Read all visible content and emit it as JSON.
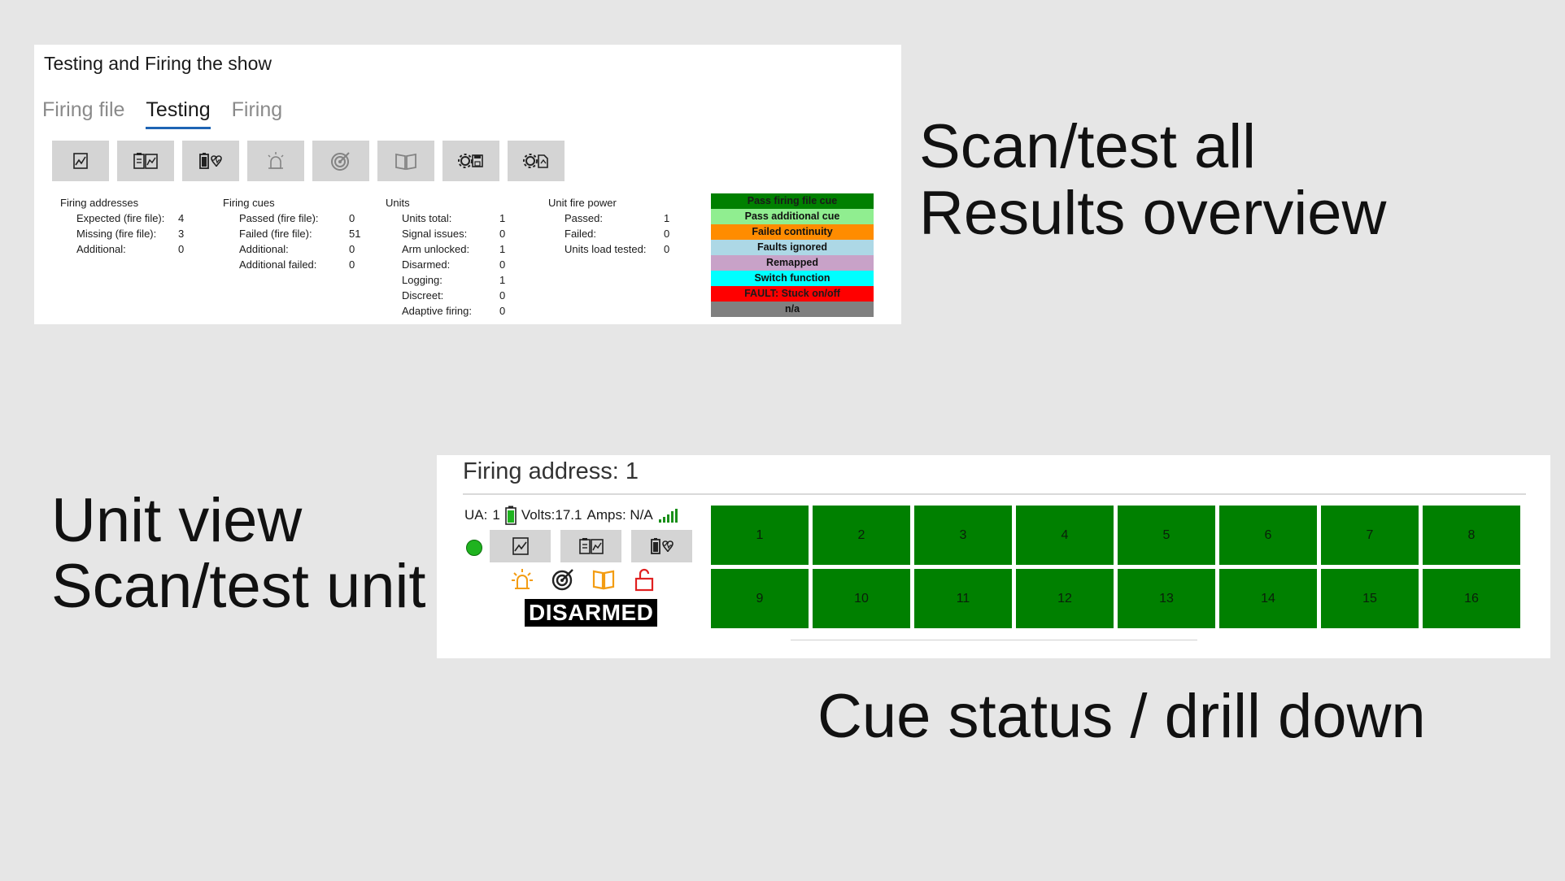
{
  "window_title": "Testing and Firing the show",
  "tabs": [
    {
      "label": "Firing file"
    },
    {
      "label": "Testing"
    },
    {
      "label": "Firing"
    }
  ],
  "toolbar_icons": [
    "chart-icon",
    "clipboard-chart-icon",
    "battery-heart-icon",
    "alarm-light-icon",
    "target-icon",
    "book-icon",
    "gear-save-icon",
    "gear-export-icon"
  ],
  "stats": {
    "firing_addresses": {
      "title": "Firing addresses",
      "rows": [
        {
          "label": "Expected (fire file):",
          "value": "4"
        },
        {
          "label": "Missing (fire file):",
          "value": "3"
        },
        {
          "label": "Additional:",
          "value": "0"
        }
      ]
    },
    "firing_cues": {
      "title": "Firing cues",
      "rows": [
        {
          "label": "Passed (fire file):",
          "value": "0"
        },
        {
          "label": "Failed (fire file):",
          "value": "51"
        },
        {
          "label": "Additional:",
          "value": "0"
        },
        {
          "label": "Additional failed:",
          "value": "0"
        }
      ]
    },
    "units": {
      "title": "Units",
      "rows": [
        {
          "label": "Units total:",
          "value": "1"
        },
        {
          "label": "Signal issues:",
          "value": "0"
        },
        {
          "label": "Arm unlocked:",
          "value": "1"
        },
        {
          "label": "Disarmed:",
          "value": "0"
        },
        {
          "label": "Logging:",
          "value": "1"
        },
        {
          "label": "Discreet:",
          "value": "0"
        },
        {
          "label": "Adaptive firing:",
          "value": "0"
        }
      ]
    },
    "unit_fire_power": {
      "title": "Unit fire power",
      "rows": [
        {
          "label": "Passed:",
          "value": "1"
        },
        {
          "label": "Failed:",
          "value": "0"
        },
        {
          "label": "Units load tested:",
          "value": "0"
        }
      ]
    }
  },
  "legend": [
    {
      "label": "Pass firing file cue",
      "color": "#008000"
    },
    {
      "label": "Pass additional cue",
      "color": "#90ee90"
    },
    {
      "label": "Failed continuity",
      "color": "#ff8c00"
    },
    {
      "label": "Faults ignored",
      "color": "#add8e6"
    },
    {
      "label": "Remapped",
      "color": "#c8a2c8"
    },
    {
      "label": "Switch function",
      "color": "#00ffff"
    },
    {
      "label": "FAULT: Stuck on/off",
      "color": "#ff0000"
    },
    {
      "label": "n/a",
      "color": "#808080"
    }
  ],
  "captions": {
    "top_right_line1": "Scan/test all",
    "top_right_line2": "Results overview",
    "left_line1": "Unit view",
    "left_line2": "Scan/test unit",
    "bottom": "Cue status / drill down"
  },
  "unit": {
    "title": "Firing address: 1",
    "ua_label": "UA:",
    "ua_value": "1",
    "volts": "Volts:17.1",
    "amps": "Amps: N/A",
    "status_text": "DISARMED",
    "colors": {
      "dot": "#1fb31f",
      "cue": "#008000",
      "battery": "#1fb31f",
      "signal": "#1a8f1a"
    },
    "cues": [
      "1",
      "2",
      "3",
      "4",
      "5",
      "6",
      "7",
      "8",
      "9",
      "10",
      "11",
      "12",
      "13",
      "14",
      "15",
      "16"
    ]
  }
}
